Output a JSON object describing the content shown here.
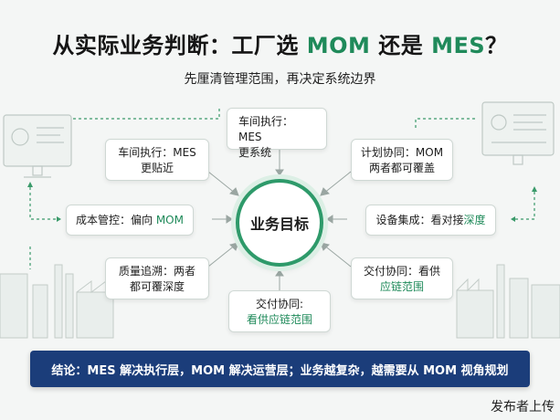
{
  "title": {
    "part1": "从实际业务判断：工厂选 ",
    "mom": "MOM",
    "part2": " 还是 ",
    "mes": "MES",
    "part3": "？"
  },
  "subtitle": "先厘清管理范围，再决定系统边界",
  "center": "业务目标",
  "nodes": {
    "top": {
      "line1": "车间执行：MES",
      "line2": "更系统"
    },
    "top_left": {
      "line1": "车间执行：MES",
      "line2": "更贴近"
    },
    "top_right": {
      "line1": "计划协同：MOM",
      "line2": "两者都可覆盖"
    },
    "left": {
      "text": "成本管控：偏向 ",
      "accent": "MOM"
    },
    "right": {
      "text": "设备集成：看对接",
      "accent": "深度"
    },
    "bottom_left": {
      "line1": "质量追溯：两者",
      "line2": "都可覆深度"
    },
    "bottom_right": {
      "line1": "交付协同：看供",
      "line2": "应链范围"
    },
    "bottom": {
      "line1": "交付协同:",
      "line2": "看供应链范围"
    }
  },
  "banner": "结论：MES 解决执行层，MOM 解决运营层；业务越复杂，越需要从 MOM 视角规划",
  "watermark": "发布者上传",
  "colors": {
    "accent": "#1f8a5a",
    "banner": "#1b3d7a"
  }
}
